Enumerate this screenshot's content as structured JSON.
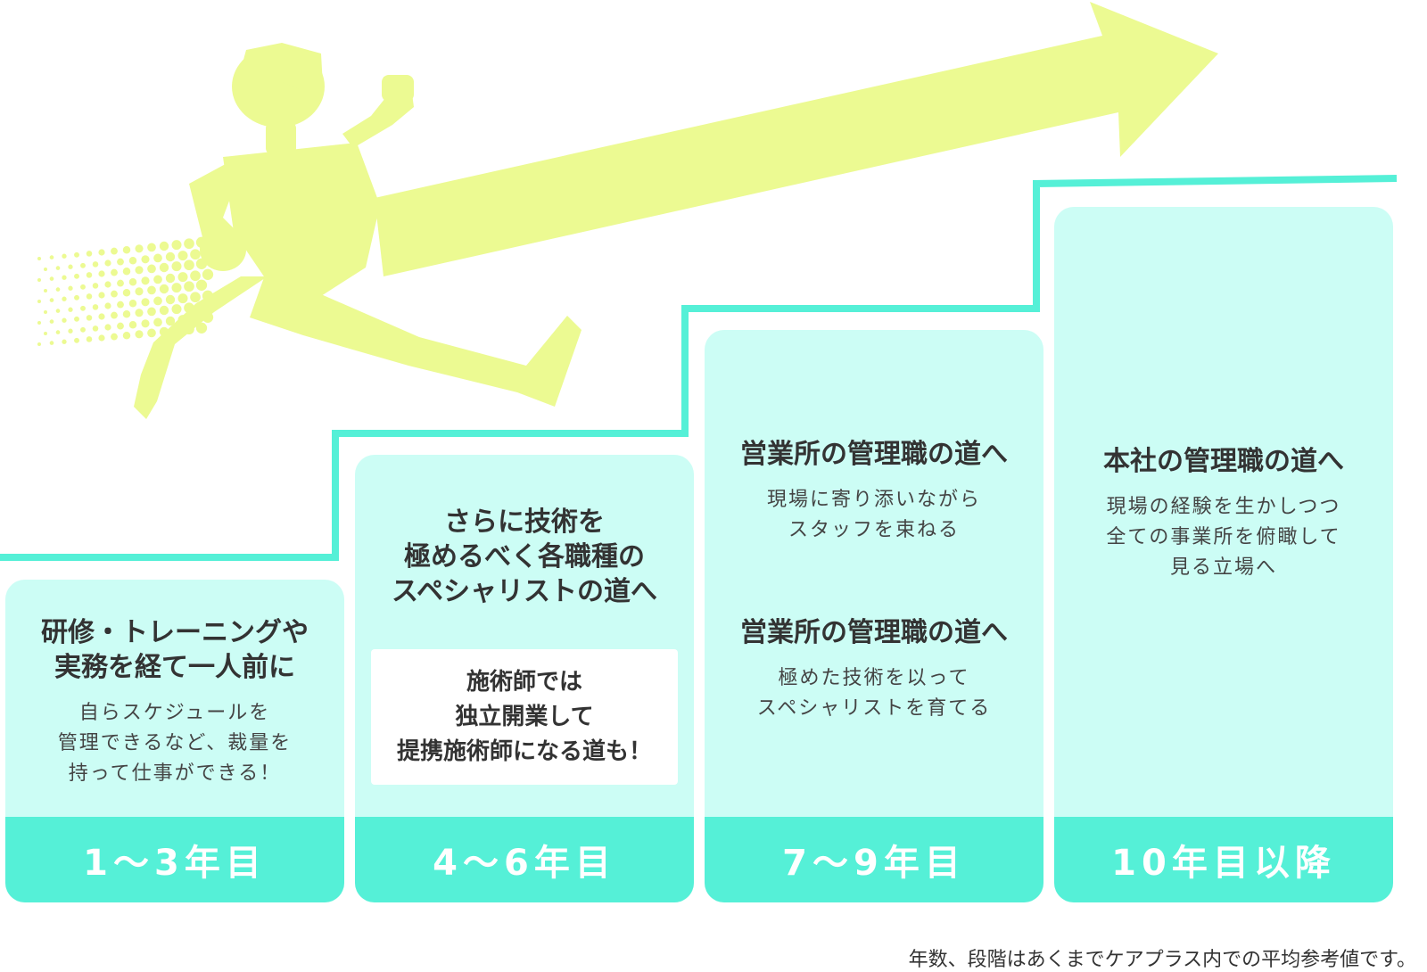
{
  "colors": {
    "step_line": "#55f0d7",
    "card_bg": "#ccfdf5",
    "card_footer": "#55f0d7",
    "illustration": "#ecfa92",
    "text": "#333333"
  },
  "illustration": {
    "figure": "running-person",
    "arrow": "upward-arrow"
  },
  "stages": [
    {
      "years": "1～3年目",
      "heading": "研修・トレーニングや\n実務を経て一人前に",
      "description": "自らスケジュールを\n管理できるなど、裁量を\n持って仕事ができる！"
    },
    {
      "years": "4～6年目",
      "heading": "さらに技術を\n極めるべく各職種の\nスペシャリストの道へ",
      "note": "施術師では\n独立開業して\n提携施術師になる道も！"
    },
    {
      "years": "7～9年目",
      "paths": [
        {
          "heading": "営業所の管理職の道へ",
          "description": "現場に寄り添いながら\nスタッフを束ねる"
        },
        {
          "heading": "営業所の管理職の道へ",
          "description": "極めた技術を以って\nスペシャリストを育てる"
        }
      ]
    },
    {
      "years": "10年目以降",
      "heading": "本社の管理職の道へ",
      "description": "現場の経験を生かしつつ\n全ての事業所を俯瞰して\n見る立場へ"
    }
  ],
  "footnote": "年数、段階はあくまでケアプラス内での平均参考値です。"
}
